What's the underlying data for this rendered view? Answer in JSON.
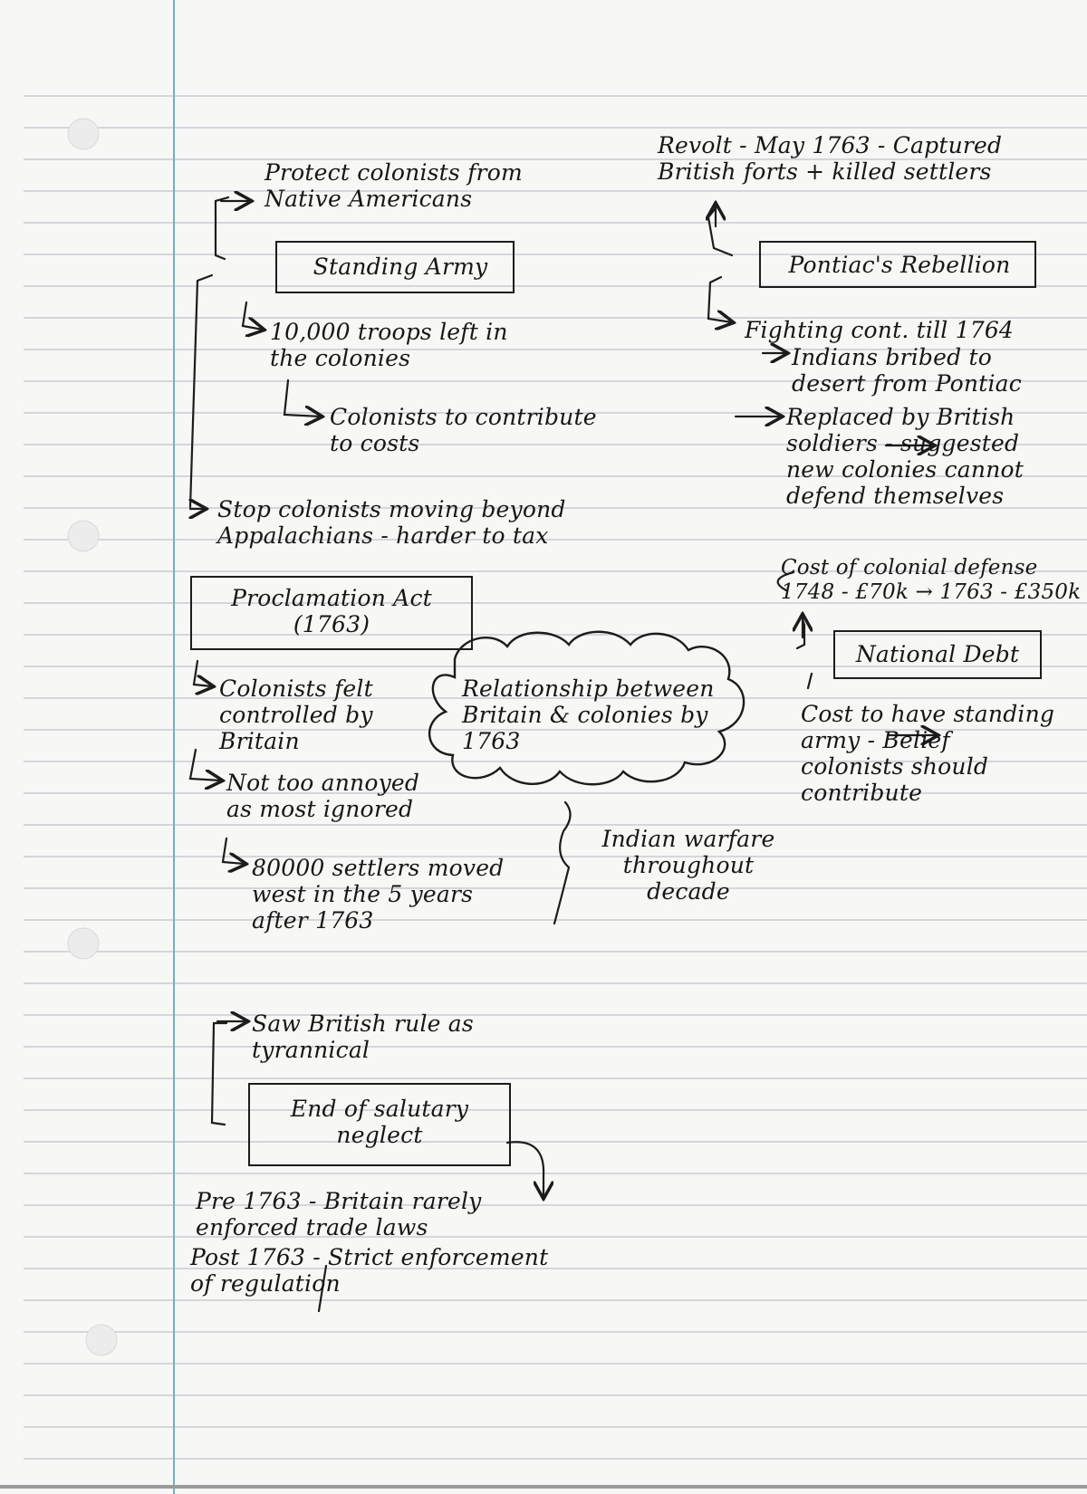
{
  "standing_army": {
    "title": "Standing Army",
    "protect": "Protect colonists from\nNative Americans",
    "troops": "10,000 troops left in\nthe colonies",
    "contribute": "Colonists to contribute\nto costs"
  },
  "stop_colonists": "Stop colonists moving beyond\nAppalachians - harder to tax",
  "proclamation_act": {
    "title": "Proclamation Act\n(1763)",
    "controlled": "Colonists felt\ncontrolled by\nBritain",
    "annoyed": "Not too annoyed\nas most ignored",
    "settlers": "80000 settlers moved\nwest in the 5 years\nafter 1763",
    "indian_warfare": "Indian warfare\nthroughout\ndecade"
  },
  "central_topic": "Relationship between\nBritain & colonies by\n1763",
  "pontiacs_rebellion": {
    "title": "Pontiac's Rebellion",
    "revolt": "Revolt - May 1763 - Captured\nBritish forts + killed settlers",
    "fighting": "Fighting cont. till 1764",
    "indians": "Indians bribed to\ndesert from Pontiac",
    "replaced": "Replaced by British\nsoldiers - suggested\nnew colonies cannot\ndefend themselves"
  },
  "national_debt": {
    "title": "National Debt",
    "cost_defense": "Cost of colonial defense\n1748 - £70k → 1763 - £350k",
    "cost_army": "Cost to have standing\narmy - Belief\ncolonists should\ncontribute"
  },
  "salutary_neglect": {
    "title": "End of salutary\nneglect",
    "tyrannical": "Saw British rule as\ntyrannical",
    "pre": "Pre 1763 - Britain rarely\nenforced trade laws",
    "post": "Post 1763 - Strict enforcement\nof regulation"
  }
}
